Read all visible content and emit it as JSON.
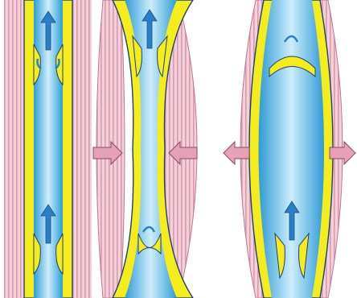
{
  "diagram": {
    "panels": [
      {
        "id": "vein-open",
        "valves": [
          "bottom-open",
          "middle-open"
        ],
        "flow": "upward"
      },
      {
        "id": "vein-muscles-contract",
        "valves": [
          "top-open",
          "bottom-closed"
        ],
        "flow": "upward",
        "side_arrows": "inward"
      },
      {
        "id": "vein-muscles-relax",
        "valves": [
          "top-closed",
          "bottom-open"
        ],
        "flow": "upward",
        "side_arrows": "outward"
      }
    ],
    "colors": {
      "muscle": "#f2c8d3",
      "muscle_stripe": "#c98fa3",
      "vessel_wall": "#f5ec1e",
      "wall_edge": "#1c3f7a",
      "blood": "#3da7df",
      "blood_light": "#bfe6f8",
      "arrow_blue": "#2a7fc6",
      "pressure_arrow": "#d98aa6"
    }
  }
}
